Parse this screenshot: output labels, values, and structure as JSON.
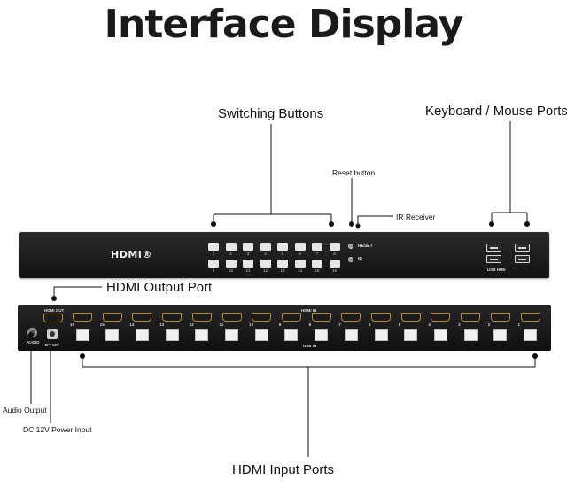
{
  "title": "Interface Display",
  "callouts": {
    "switching_buttons": "Switching Buttons",
    "keyboard_mouse": "Keyboard / Mouse Ports",
    "reset_button": "Reset button",
    "ir_receiver": "IR Receiver",
    "hdmi_output_port": "HDMI Output Port",
    "audio_output": "Audio Output",
    "dc_power_input": "DC 12V Power Input",
    "hdmi_input_ports": "HDMI Input Ports"
  },
  "front_panel": {
    "logo": "HDMI®",
    "buttons_top": [
      "1",
      "2",
      "3",
      "4",
      "5",
      "6",
      "7",
      "8"
    ],
    "buttons_bottom": [
      "9",
      "10",
      "11",
      "12",
      "13",
      "14",
      "15",
      "16"
    ],
    "reset_label": "RESET",
    "ir_label": "IR",
    "usb_hub_label": "USB HUB"
  },
  "back_panel": {
    "hdmi_out_label": "HDMI OUT",
    "audio_label": "AUDIO",
    "dc_label": "DC 12V",
    "hdmi_in_label": "HDMI IN",
    "usb_in_label": "USB IN",
    "port_numbers": [
      "16",
      "15",
      "14",
      "13",
      "12",
      "11",
      "10",
      "9",
      "8",
      "7",
      "6",
      "5",
      "4",
      "3",
      "2",
      "1"
    ]
  },
  "colors": {
    "panel": "#1a1a1a",
    "hdmi_port_trim": "#b98b2a",
    "text": "#111111"
  }
}
